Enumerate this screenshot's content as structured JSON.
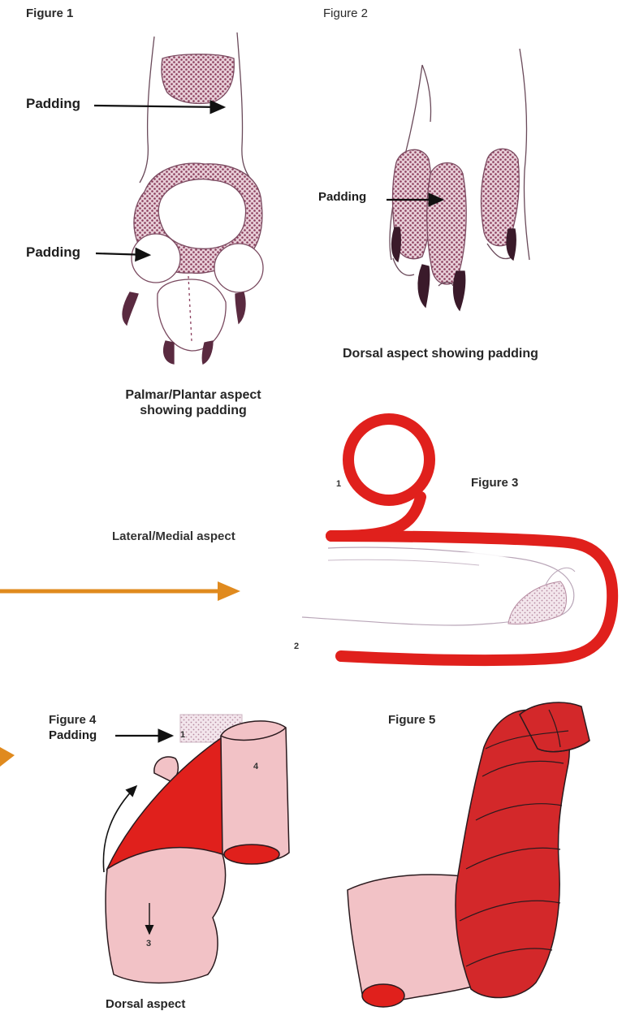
{
  "figures": {
    "fig1": {
      "title": "Figure 1",
      "callout_top": "Padding",
      "callout_mid": "Padding",
      "caption_line1": "Palmar/Plantar aspect",
      "caption_line2": "showing padding"
    },
    "fig2": {
      "title": "Figure 2",
      "callout": "Padding",
      "caption": "Dorsal aspect showing padding"
    },
    "fig3": {
      "title": "Figure 3",
      "side_label": "Lateral/Medial aspect",
      "marker_top": "1",
      "marker_bottom": "2"
    },
    "fig4": {
      "title": "Figure 4",
      "callout": "Padding",
      "marker_1": "1",
      "marker_3": "3",
      "marker_4": "4",
      "caption": "Dorsal aspect"
    },
    "fig5": {
      "title": "Figure 5"
    }
  },
  "colors": {
    "bandage_red": "#e0201c",
    "bandage_dark": "#c0181a",
    "bandage_pink": "#f2c2c6",
    "pointer_orange": "#e08a1e",
    "padding_dots": "#8a3d5c"
  }
}
